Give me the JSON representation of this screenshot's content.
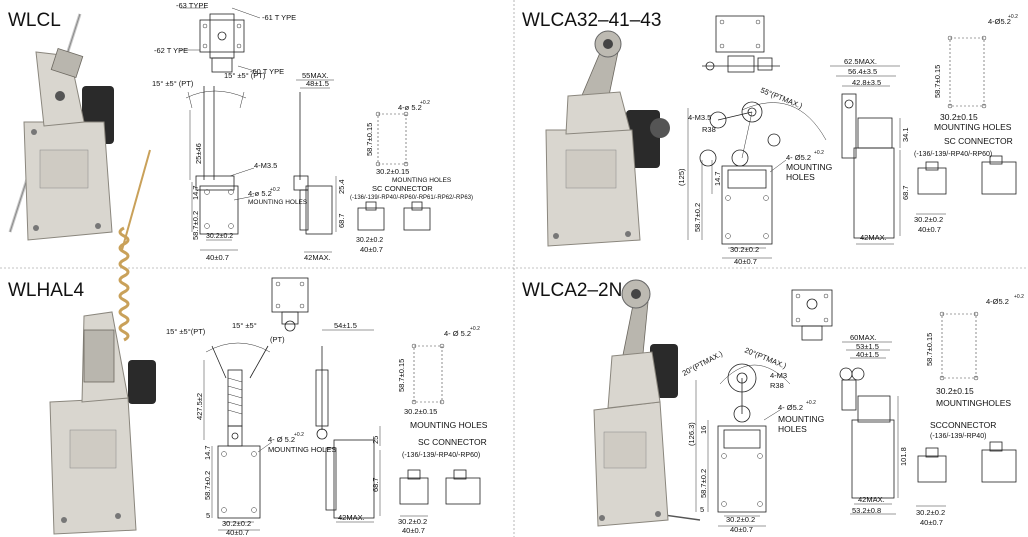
{
  "panels": {
    "wlcl": {
      "title": "WLCL",
      "labels": {
        "type63": "-63 TYPE",
        "type61": "-61 T YPE",
        "type62": "-62 T YPE",
        "type60": "-60 T YPE",
        "angle_left": "15° ±5° (PT)",
        "angle_right": "15° ±5° (PT)",
        "m35": "4-M3.5",
        "holes": "4-ø 5.2",
        "holes_sup": "+0.2",
        "mounting_holes": "MOUNTING HOLES",
        "d25": "25±46",
        "d14": "14.7",
        "d58": "58.7±0.2",
        "d302": "30.2±0.2",
        "d40": "40±0.7",
        "d55": "55MAX.",
        "d48": "48±1.5",
        "d254": "25.4",
        "d687": "68.7",
        "d42": "42MAX.",
        "mh_587": "58.7±0.15",
        "mh_302": "30.2±0.15",
        "mh_label": "MOUNTING HOLES",
        "sc": "SC CONNECTOR",
        "sc_list": "(-136/-139/-RP40/-RP60/-RP61/-RP62/-RP63)"
      }
    },
    "wlca32": {
      "title": "WLCA32–41–43",
      "labels": {
        "angle": "55°(PTMAX.)",
        "m35": "4-M3.5",
        "r38": "R38",
        "holes": "4- Ø5.2",
        "holes_sup": "+0.2",
        "holes_unit": "MOUNTING",
        "holes_unit2": "HOLES",
        "d125": "(125)",
        "d147": "14.7",
        "d587": "58.7±0.2",
        "d302": "30.2±0.2",
        "d40": "40±0.7",
        "d625": "62.5MAX.",
        "d564": "56.4±3.5",
        "d428": "42.8±3.5",
        "d341": "34.1",
        "d687": "68.7",
        "d42": "42MAX.",
        "mh_holes": "4-Ø5.2",
        "mh_sup": "+0.2",
        "mh_587": "58.7±0.15",
        "mh_302": "30.2±0.15",
        "mh_label": "MOUNTING HOLES",
        "sc": "SC CONNECTOR",
        "sc_list": "(-136/-139/-RP40/-RP60)",
        "sc_302": "30.2±0.2",
        "sc_40": "40±0.7"
      }
    },
    "wlhal4": {
      "title": "WLHAL4",
      "labels": {
        "angle_left": "15° ±5°(PT)",
        "angle_right": "15° ±5°",
        "pt": "(PT)",
        "d4275": "427.5±2",
        "d147": "14.7",
        "d587": "58.7±0.2",
        "d5": "5",
        "d302": "30.2±0.2",
        "d40": "40±0.7",
        "holes": "4- Ø 5.2",
        "holes_sup": "+0.2",
        "mounting_holes": "MOUNTING HOLES",
        "d54": "54±1.5",
        "d25": "25",
        "d687": "68.7",
        "d42": "42MAX.",
        "mh_holes": "4- Ø 5.2",
        "mh_sup": "+0.2",
        "mh_587": "58.7±0.15",
        "mh_302": "30.2±0.15",
        "mh_label": "MOUNTING HOLES",
        "sc": "SC CONNECTOR",
        "sc_list": "(-136/-139/-RP40/-RP60)",
        "sc_302": "30.2±0.2",
        "sc_40": "40±0.7"
      }
    },
    "wlca2": {
      "title": "WLCA2–2N",
      "labels": {
        "angle_left": "20°(PTMAX.)",
        "angle_right": "20°(PTMAX.)",
        "m3": "4-M3",
        "r38": "R38",
        "holes": "4- Ø5.2",
        "holes_sup": "+0.2",
        "holes_unit": "MOUNTING",
        "holes_unit2": "HOLES",
        "d1263": "(126.3)",
        "d16": "16",
        "d587": "58.7±0.2",
        "d5": "5",
        "d302": "30.2±0.2",
        "d40": "40±0.7",
        "d60": "60MAX.",
        "d53": "53±1.5",
        "d40b": "40±1.5",
        "d1018": "101.8",
        "d42": "42MAX.",
        "d532": "53.2±0.8",
        "mh_holes": "4-Ø5.2",
        "mh_sup": "+0.2",
        "mh_587": "58.7±0.15",
        "mh_302": "30.2±0.15",
        "mh_label": "MOUNTINGHOLES",
        "sc": "SCCONNECTOR",
        "sc_list": "(-136/-139/-RP40)",
        "sc_302": "30.2±0.2",
        "sc_40": "40±0.7"
      }
    }
  },
  "colors": {
    "switch_body": "#d9d6cf",
    "switch_dark": "#2a2a2a",
    "line": "#222222",
    "spring": "#c9a15a"
  }
}
